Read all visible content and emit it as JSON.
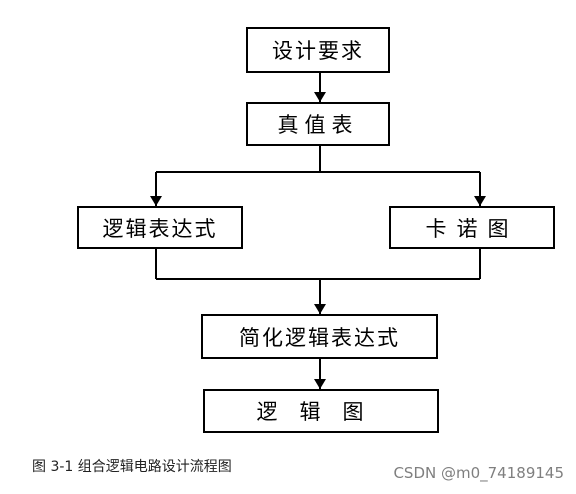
{
  "diagram": {
    "nodes": {
      "requirements": "设计要求",
      "truth_table": "真值表",
      "logic_expression": "逻辑表达式",
      "karnaugh_map": "卡诺图",
      "simplified_expression": "简化逻辑表达式",
      "logic_diagram": "逻辑图"
    },
    "edges": [
      [
        "requirements",
        "truth_table"
      ],
      [
        "truth_table",
        "logic_expression"
      ],
      [
        "truth_table",
        "karnaugh_map"
      ],
      [
        "logic_expression",
        "simplified_expression"
      ],
      [
        "karnaugh_map",
        "simplified_expression"
      ],
      [
        "simplified_expression",
        "logic_diagram"
      ]
    ]
  },
  "caption": "图 3-1 组合逻辑电路设计流程图",
  "watermark": "CSDN @m0_74189145"
}
